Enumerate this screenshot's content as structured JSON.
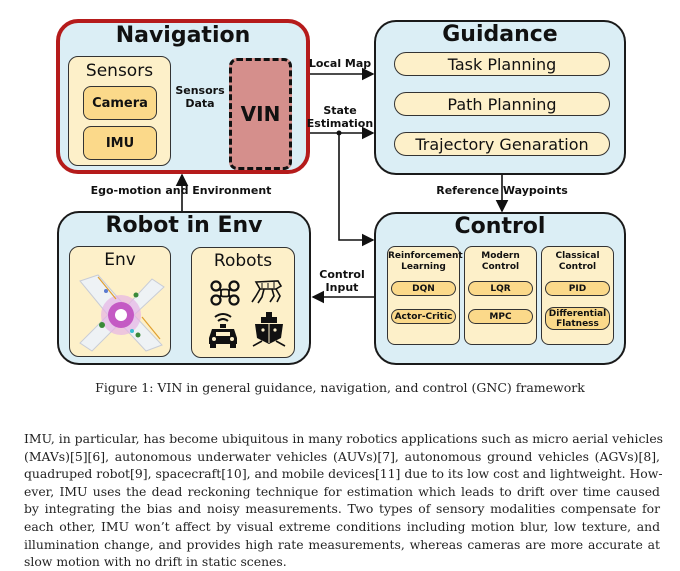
{
  "figure": {
    "navigation": {
      "title": "Navigation",
      "sensors": {
        "title": "Sensors",
        "items": [
          "Camera",
          "IMU"
        ]
      },
      "sensors_data_label": "Sensors\nData",
      "vin_label": "VIN"
    },
    "guidance": {
      "title": "Guidance",
      "steps": [
        "Task Planning",
        "Path Planning",
        "Trajectory Genaration"
      ]
    },
    "control": {
      "title": "Control",
      "columns": [
        {
          "header": "Reinforcement\nLearning",
          "items": [
            "DQN",
            "Actor-Critic"
          ]
        },
        {
          "header": "Modern\nControl",
          "items": [
            "LQR",
            "MPC"
          ]
        },
        {
          "header": "Classical\nControl",
          "items": [
            "PID",
            "Differential\nFlatness"
          ]
        }
      ]
    },
    "robot_in_env": {
      "title": "Robot in Env",
      "env_title": "Env",
      "robots_title": "Robots",
      "robot_icons": [
        "drone-icon",
        "quadruped-robot-icon",
        "autonomous-car-icon",
        "ship-icon"
      ]
    },
    "arrows": {
      "local_map": "Local Map",
      "state_estimation": "State\nEstimation",
      "reference_waypoints": "Reference Waypoints",
      "control_input": "Control\nInput",
      "ego_motion": "Ego-motion and Environment"
    },
    "colors": {
      "panel_bg": "#dbeef5",
      "nav_border": "#b51b1b",
      "cream": "#fdf0c9",
      "yellow": "#fbd98a",
      "vin": "#d58f8c"
    }
  },
  "caption": "Figure 1: VIN in general guidance, navigation, and control (GNC) framework",
  "paragraph_lines": [
    "IMU, in particular, has become ubiquitous in many robotics applications such as micro aerial vehicles",
    "(MAVs)[5][6], autonomous underwater vehicles (AUVs)[7], autonomous ground vehicles (AGVs)[8],",
    "quadruped robot[9], spacecraft[10], and mobile devices[11] due to its low cost and lightweight. How-",
    "ever, IMU uses the dead reckoning technique for estimation which leads to drift over time caused",
    "by integrating the bias and noisy measurements. Two types of sensory modalities compensate for",
    "each other, IMU won’t affect by visual extreme conditions including motion blur, low texture, and",
    "illumination change, and provides high rate measurements, whereas cameras are more accurate at",
    "slow motion with no drift in static scenes."
  ]
}
